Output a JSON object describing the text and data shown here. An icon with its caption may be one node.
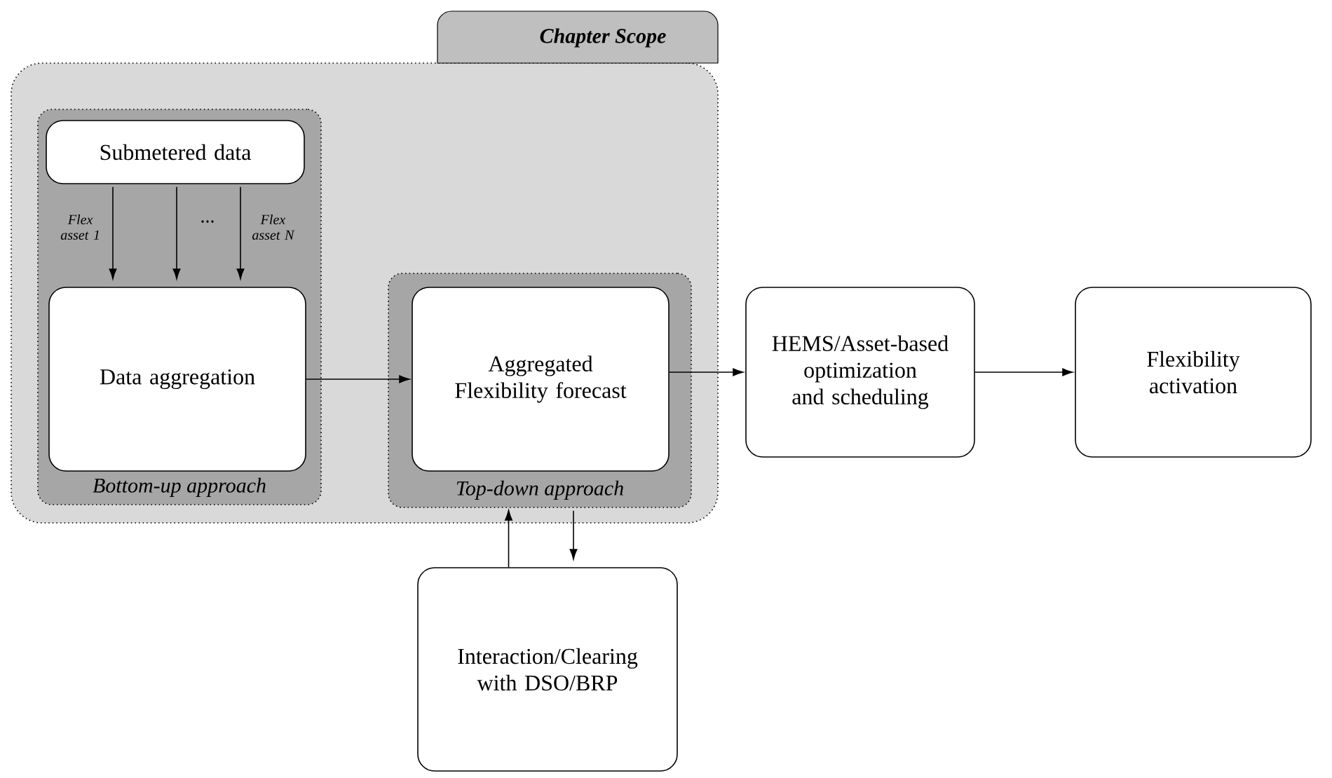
{
  "diagram": {
    "nodes": [
      {
        "text": [
          "Chapter Scope"
        ]
      },
      {
        "text": [
          "Bottom-up approach"
        ],
        "in": 0
      },
      {
        "text": [
          "Submetered data"
        ],
        "in": 1
      },
      {
        "text": [
          "Data aggregation"
        ],
        "in": 1
      },
      {
        "text": [
          "Top-down approach"
        ],
        "in": 0
      },
      {
        "text": [
          "Aggregated Flexibility forecast"
        ],
        "in": 4
      },
      {
        "text": [
          "HEMS/Asset-based optimization and scheduling"
        ]
      },
      {
        "text": [
          "Flexibility activation"
        ]
      },
      {
        "text": [
          "Interaction/Clearing with DSO/BRP"
        ]
      }
    ],
    "edges": [
      {
        "from": 2,
        "to": 3,
        "arrow": "to",
        "label": "Flex asset 1"
      },
      {
        "from": 2,
        "to": 3,
        "arrow": "to"
      },
      {
        "from": 2,
        "to": 3,
        "arrow": "to",
        "label": "Flex asset N"
      },
      {
        "from": 3,
        "to": 5,
        "arrow": "to"
      },
      {
        "from": 5,
        "to": 6,
        "arrow": "to"
      },
      {
        "from": 6,
        "to": 7,
        "arrow": "to"
      },
      {
        "from": 8,
        "to": 4,
        "arrow": "to"
      },
      {
        "from": 4,
        "to": 8,
        "arrow": "to"
      }
    ],
    "labels": [
      "..."
    ]
  }
}
